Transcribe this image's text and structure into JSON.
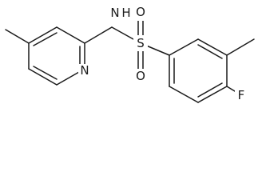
{
  "molecule": {
    "atoms": {
      "nh": "N",
      "h": "H",
      "s": "S",
      "o_top": "O",
      "o_bottom": "O",
      "n_ring": "N",
      "f": "F"
    }
  }
}
